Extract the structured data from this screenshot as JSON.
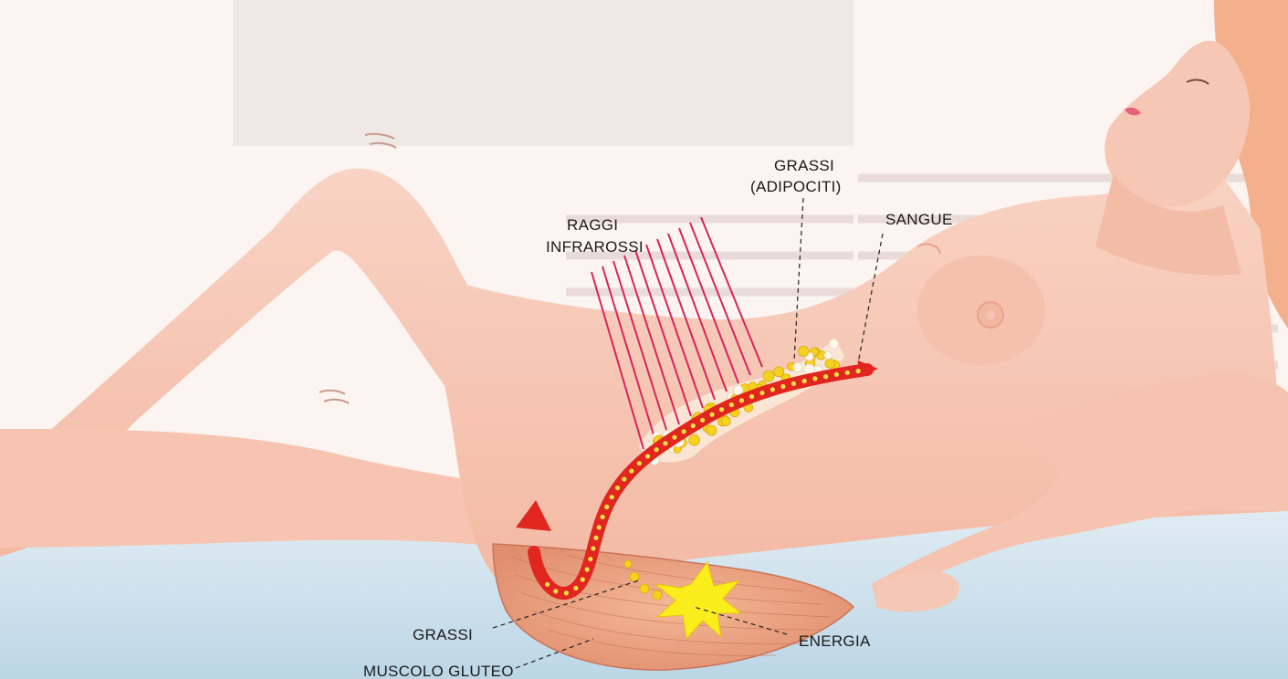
{
  "labels": {
    "grassi_adipociti_line1": "GRASSI",
    "grassi_adipociti_line2": "(ADIPOCITI)",
    "sangue": "SANGUE",
    "raggi_line1": "RAGGI",
    "raggi_line2": "INFRAROSSI",
    "grassi": "GRASSI",
    "energia": "ENERGIA",
    "muscolo_gluteo": "MUSCOLO GLUTEO"
  },
  "colors": {
    "skin": "#f7c9b8",
    "skin_shadow": "#eeaa92",
    "blood": "#e0261f",
    "fat": "#f5d21e",
    "ray": "#d8245a",
    "muscle": "#efa07f",
    "energy": "#f9ee1c",
    "surface": "#cfe3ee"
  }
}
